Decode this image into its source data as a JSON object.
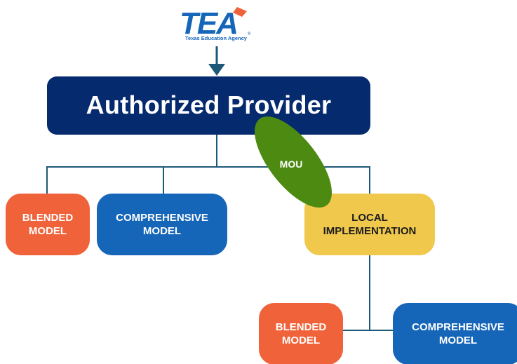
{
  "logo": {
    "brand_text": "TEA",
    "tagline": "Texas Education Agency",
    "registered": "®"
  },
  "root": {
    "label": "Authorized Provider"
  },
  "mou": {
    "label": "MOU"
  },
  "level1": [
    {
      "label": "BLENDED\nMODEL",
      "color": "#f0633a"
    },
    {
      "label": "COMPREHENSIVE\nMODEL",
      "color": "#1565b8"
    },
    {
      "label": "LOCAL\nIMPLEMENTATION",
      "color": "#f0c84c"
    }
  ],
  "level2": [
    {
      "label": "BLENDED\nMODEL",
      "color": "#f0633a"
    },
    {
      "label": "COMPREHENSIVE\nMODEL",
      "color": "#1565b8"
    }
  ],
  "colors": {
    "navy": "#062a6e",
    "connector": "#1e5878",
    "mou_green": "#4c8a12",
    "logo_blue": "#1565b8",
    "logo_orange": "#f0633a"
  }
}
